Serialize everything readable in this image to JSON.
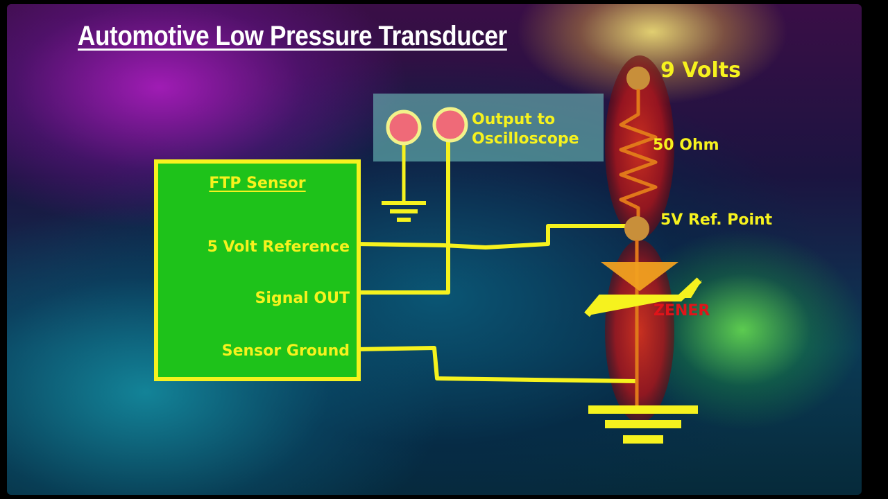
{
  "title": "Automotive Low Pressure Transducer",
  "sensor": {
    "title": "FTP Sensor",
    "rows": [
      "5 Volt Reference",
      "Signal OUT",
      "Sensor Ground"
    ]
  },
  "oscilloscope": {
    "label": "Output to\nOscilloscope"
  },
  "circuit": {
    "supply": "9 Volts",
    "resistor": "50 Ohm",
    "ref_point": "5V Ref. Point",
    "zener": "ZENER"
  },
  "colors": {
    "wire": "#f6f21e",
    "sensor_fill": "#1ec21a",
    "terminal": "#ef6a78",
    "zener_label": "#e0141a",
    "highlight": "#c41a1a"
  }
}
